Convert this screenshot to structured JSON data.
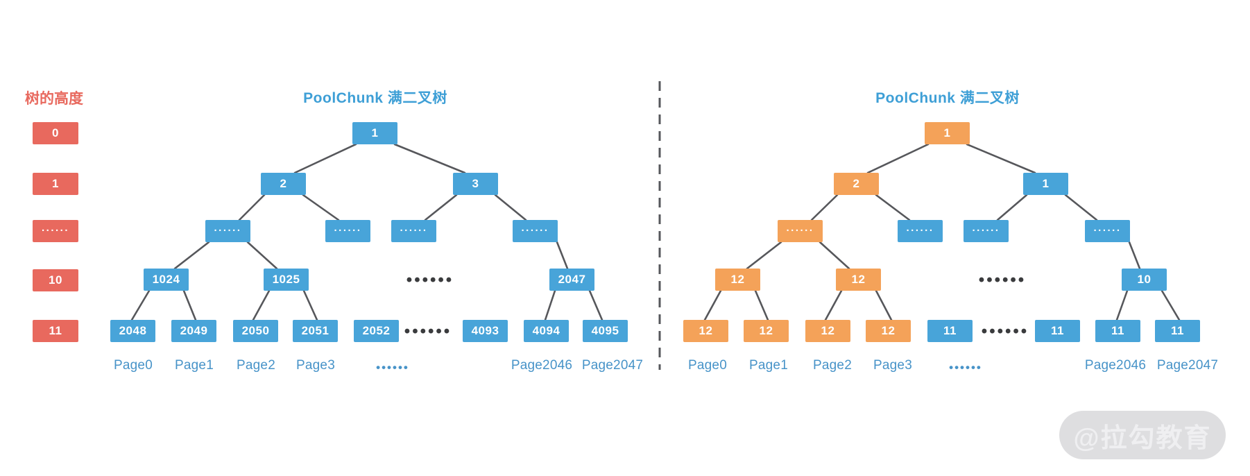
{
  "colors": {
    "node_blue": "#48A4D9",
    "node_orange": "#F4A259",
    "legend_red": "#E8695E",
    "title_blue": "#3E9FD6",
    "page_blue": "#4793C8",
    "edge_gray": "#56575B",
    "dots_dark": "#3A3B3D",
    "watermark_bg": "#DEDEE0",
    "watermark_text": "#EFEFF1"
  },
  "legend": {
    "title": "树的高度",
    "items": [
      "0",
      "1",
      "......",
      "10",
      "11"
    ]
  },
  "left_tree": {
    "title": "PoolChunk 满二叉树",
    "root": "1",
    "level1": [
      "2",
      "3"
    ],
    "level2": [
      "......",
      "......",
      "......",
      "......"
    ],
    "level3": [
      "1024",
      "1025",
      "2047"
    ],
    "level3_gap": "••••••",
    "leaves": [
      "2048",
      "2049",
      "2050",
      "2051",
      "2052",
      "4093",
      "4094",
      "4095"
    ],
    "leaves_gap": "••••••",
    "pages": [
      "Page0",
      "Page1",
      "Page2",
      "Page3",
      "Page2046",
      "Page2047"
    ],
    "pages_gap": "••••••"
  },
  "right_tree": {
    "title": "PoolChunk 满二叉树",
    "root": "1",
    "level1": [
      "2",
      "1"
    ],
    "level2": [
      "......",
      "......",
      "......",
      "......"
    ],
    "level3": [
      "12",
      "12",
      "10"
    ],
    "level3_gap": "••••••",
    "leaves": [
      "12",
      "12",
      "12",
      "12",
      "11",
      "11",
      "11",
      "11"
    ],
    "leaves_gap": "••••••",
    "pages": [
      "Page0",
      "Page1",
      "Page2",
      "Page3",
      "Page2046",
      "Page2047"
    ],
    "pages_gap": "••••••"
  },
  "watermark": {
    "text": "@拉勾教育"
  }
}
